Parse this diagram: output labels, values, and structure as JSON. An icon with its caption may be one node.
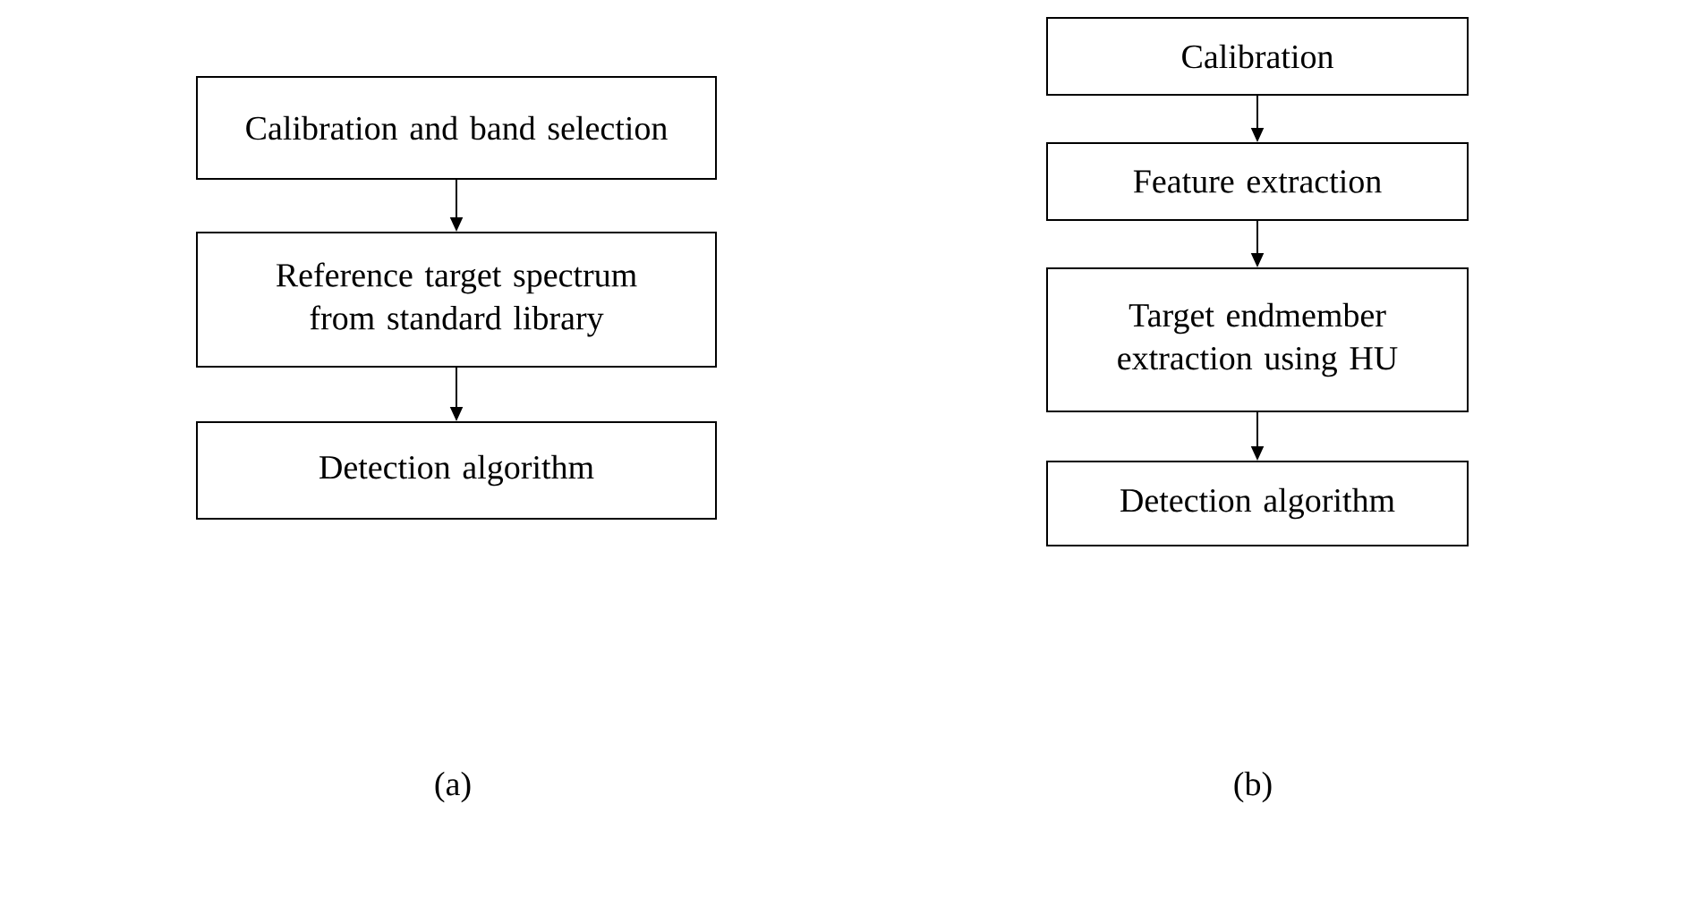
{
  "diagram": {
    "nodes": [
      {
        "text": [
          "Calibration and band selection"
        ]
      },
      {
        "text": [
          "Reference target spectrum from standard library"
        ]
      },
      {
        "text": [
          "Detection algorithm"
        ]
      },
      {
        "text": [
          "Calibration"
        ]
      },
      {
        "text": [
          "Feature extraction"
        ]
      },
      {
        "text": [
          "Target endmember extraction using HU"
        ]
      },
      {
        "text": [
          "Detection algorithm"
        ]
      }
    ],
    "edges": [
      {
        "from": 0,
        "to": 1,
        "arrow": "to"
      },
      {
        "from": 1,
        "to": 2,
        "arrow": "to"
      },
      {
        "from": 3,
        "to": 4,
        "arrow": "to"
      },
      {
        "from": 4,
        "to": 5,
        "arrow": "to"
      },
      {
        "from": 5,
        "to": 6,
        "arrow": "to"
      }
    ],
    "labels": [
      "(a)",
      "(b)"
    ]
  }
}
